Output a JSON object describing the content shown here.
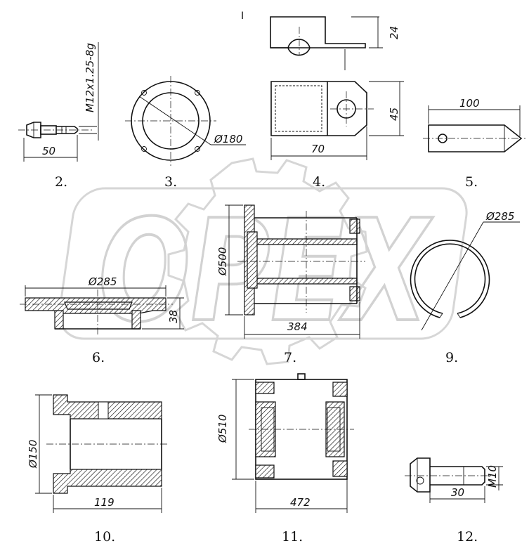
{
  "figure": {
    "stray_mark": "I",
    "parts": [
      {
        "key": "p2",
        "label": "2.",
        "dims": [
          "50",
          "M12x1.25-8g"
        ]
      },
      {
        "key": "p3",
        "label": "3.",
        "dims": [
          "Ø180"
        ]
      },
      {
        "key": "p4",
        "label": "4.",
        "dims": [
          "24",
          "45",
          "70"
        ]
      },
      {
        "key": "p5",
        "label": "5.",
        "dims": [
          "100"
        ]
      },
      {
        "key": "p6",
        "label": "6.",
        "dims": [
          "Ø285",
          "38"
        ]
      },
      {
        "key": "p7",
        "label": "7.",
        "dims": [
          "Ø500",
          "384"
        ]
      },
      {
        "key": "p9",
        "label": "9.",
        "dims": [
          "Ø285"
        ]
      },
      {
        "key": "p10",
        "label": "10.",
        "dims": [
          "Ø150",
          "119"
        ]
      },
      {
        "key": "p11",
        "label": "11.",
        "dims": [
          "Ø510",
          "472"
        ]
      },
      {
        "key": "p12",
        "label": "12.",
        "dims": [
          "M10",
          "30"
        ]
      }
    ]
  },
  "watermark": {
    "text": "OPEX",
    "color": "#d6d6d6"
  }
}
